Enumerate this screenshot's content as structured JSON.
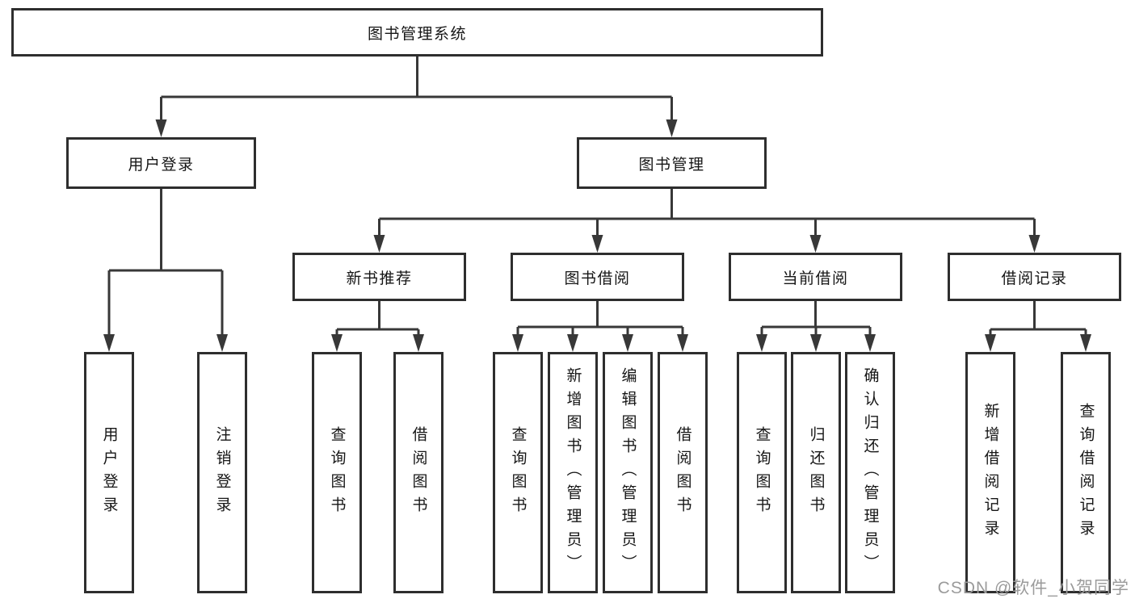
{
  "theme": {
    "background": "#ffffff",
    "line_color": "#383838",
    "box_border_color": "#2e2e2e",
    "box_fill": "#ffffff",
    "text_color": "#161616",
    "watermark_color": "#9b9b9b"
  },
  "diagram": {
    "root": {
      "label": "图书管理系统"
    },
    "branches": [
      {
        "label": "用户登录",
        "children": [
          {
            "label": "用户登录"
          },
          {
            "label": "注销登录"
          }
        ]
      },
      {
        "label": "图书管理",
        "sections": [
          {
            "label": "新书推荐",
            "children": [
              {
                "label": "查询图书"
              },
              {
                "label": "借阅图书"
              }
            ]
          },
          {
            "label": "图书借阅",
            "children": [
              {
                "label": "查询图书"
              },
              {
                "label": "新增图书（管理员）"
              },
              {
                "label": "编辑图书（管理员）"
              },
              {
                "label": "借阅图书"
              }
            ]
          },
          {
            "label": "当前借阅",
            "children": [
              {
                "label": "查询图书"
              },
              {
                "label": "归还图书"
              },
              {
                "label": "确认归还（管理员）"
              }
            ]
          },
          {
            "label": "借阅记录",
            "children": [
              {
                "label": "新增借阅记录"
              },
              {
                "label": "查询借阅记录"
              }
            ]
          }
        ]
      }
    ]
  },
  "watermark": {
    "text": "CSDN @软件_小贺同学"
  }
}
